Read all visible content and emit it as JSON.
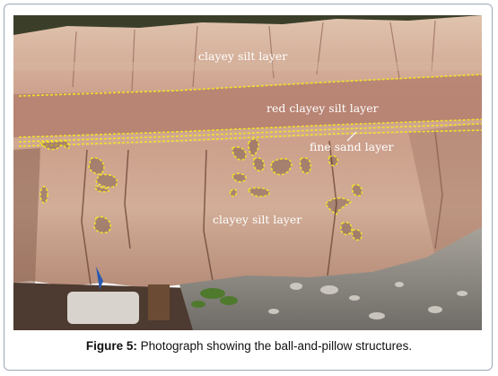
{
  "photo": {
    "labels": {
      "top": "clayey silt layer",
      "red": "red clayey silt layer",
      "sand": "fine sand layer",
      "bottom": "clayey silt layer"
    },
    "colors": {
      "cliff": "#c9a08a",
      "cliff_light": "#e3c6b0",
      "red_layer": "#b98474",
      "shadow": "#6e4b3e",
      "sky_vegetation": "#2d3a22",
      "scree": "#8f8c86",
      "dashed_line": "#f2e22c"
    }
  },
  "caption": {
    "label": "Figure 5:",
    "text": " Photograph showing the ball-and-pillow structures."
  }
}
